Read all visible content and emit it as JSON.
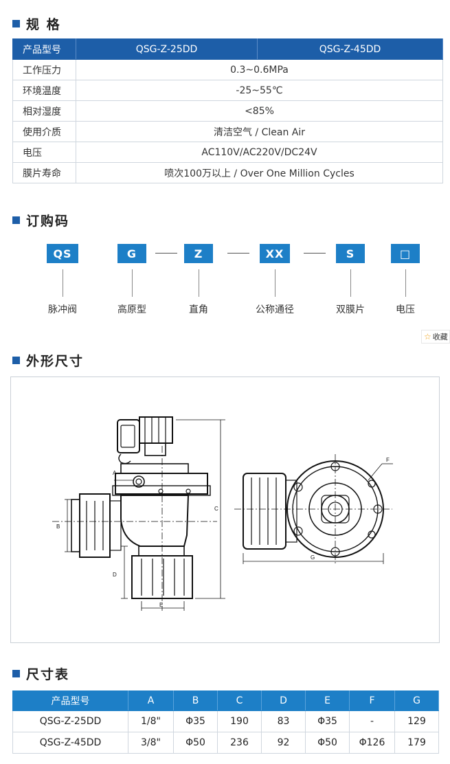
{
  "sections": {
    "spec": "规 格",
    "order": "订购码",
    "shape": "外形尺寸",
    "dims": "尺寸表"
  },
  "spec_table": {
    "header": {
      "label": "产品型号",
      "col1": "QSG-Z-25DD",
      "col2": "QSG-Z-45DD"
    },
    "rows": [
      {
        "label": "工作压力",
        "value": "0.3~0.6MPa"
      },
      {
        "label": "环境温度",
        "value": "-25~55℃"
      },
      {
        "label": "相对湿度",
        "value": "<85%"
      },
      {
        "label": "使用介质",
        "value": "清洁空气 / Clean Air"
      },
      {
        "label": "电压",
        "value": "AC110V/AC220V/DC24V"
      },
      {
        "label": "膜片寿命",
        "value": "喷次100万以上 / Over One Million Cycles"
      }
    ]
  },
  "order_code": {
    "boxes": [
      "QS",
      "G",
      "Z",
      "XX",
      "S",
      "□"
    ],
    "labels": [
      "脉冲阀",
      "高原型",
      "直角",
      "公称通径",
      "双膜片",
      "电压"
    ]
  },
  "favorite": {
    "icon": "star-icon",
    "label": "收藏"
  },
  "drawing": {
    "labels": {
      "A": "A",
      "B": "B",
      "C": "C",
      "D": "D",
      "E": "E",
      "F": "F",
      "G": "G"
    }
  },
  "dim_table": {
    "headers": [
      "产品型号",
      "A",
      "B",
      "C",
      "D",
      "E",
      "F",
      "G"
    ],
    "rows": [
      [
        "QSG-Z-25DD",
        "1/8\"",
        "Φ35",
        "190",
        "83",
        "Φ35",
        "-",
        "129"
      ],
      [
        "QSG-Z-45DD",
        "3/8\"",
        "Φ50",
        "236",
        "92",
        "Φ50",
        "Φ126",
        "179"
      ]
    ]
  },
  "colors": {
    "primary": "#1d5ea8",
    "accent": "#1d7fc7",
    "border": "#cfd6de"
  }
}
